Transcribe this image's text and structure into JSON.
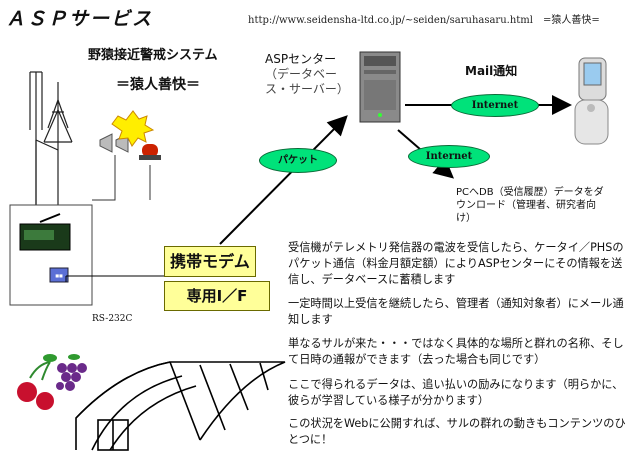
{
  "title": "ＡＳＰサービス",
  "url": "http://www.seidensha-ltd.co.jp/~seiden/saruhasaru.html　=猿人善快=",
  "system": {
    "name": "野猿接近警戒システム",
    "brand": "＝猿人善快＝"
  },
  "server": {
    "label": "ASPセンター",
    "sub": "（データベース・サーバー）"
  },
  "mail": {
    "label": "Mail通知"
  },
  "links": {
    "packet": "パケット",
    "internet_mail": "Internet",
    "internet_pc": "Internet"
  },
  "pc": {
    "label": "PCへDB（受信履歴）データをダウンロード（管理者、研究者向け）"
  },
  "boxes": {
    "modem": "携帯モデム",
    "dedicated": "専用I／F",
    "rs232c": "RS-232C"
  },
  "description": [
    "受信機がテレメトリ発信器の電波を受信したら、ケータイ／PHSのパケット通信（料金月額定額）によりASPセンターにその情報を送信し、データベースに蓄積します",
    "一定時間以上受信を継続したら、管理者（通知対象者）にメール通知します",
    "単なるサルが来た・・・ではなく具体的な場所と群れの名称、そして日時の通報ができます（去った場合も同じです）",
    "ここで得られるデータは、追い払いの励みになります（明らかに、彼らが学習している様子が分かります）",
    "この状況をWebに公開すれば、サルの群れの動きもコンテンツのひとつに！"
  ],
  "colors": {
    "pill": "#00e27a",
    "box": "#ffff99",
    "arrow": "#000000"
  },
  "icons": [
    "antenna-icon",
    "receiver-icon",
    "siren-icon",
    "speaker-icon",
    "server-icon",
    "phone-icon",
    "cherry-icon",
    "grape-icon",
    "greenhouse-icon"
  ]
}
